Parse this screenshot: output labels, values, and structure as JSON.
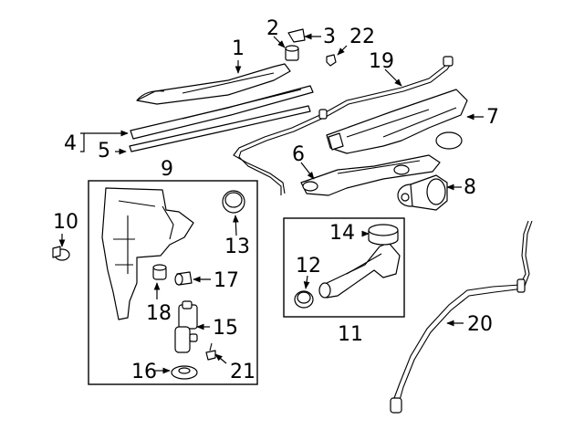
{
  "diagram": {
    "callouts": {
      "c1": "1",
      "c2": "2",
      "c3": "3",
      "c4": "4",
      "c5": "5",
      "c6": "6",
      "c7": "7",
      "c8": "8",
      "c9": "9",
      "c10": "10",
      "c11": "11",
      "c12": "12",
      "c13": "13",
      "c14": "14",
      "c15": "15",
      "c16": "16",
      "c17": "17",
      "c18": "18",
      "c19": "19",
      "c20": "20",
      "c21": "21",
      "c22": "22"
    }
  }
}
